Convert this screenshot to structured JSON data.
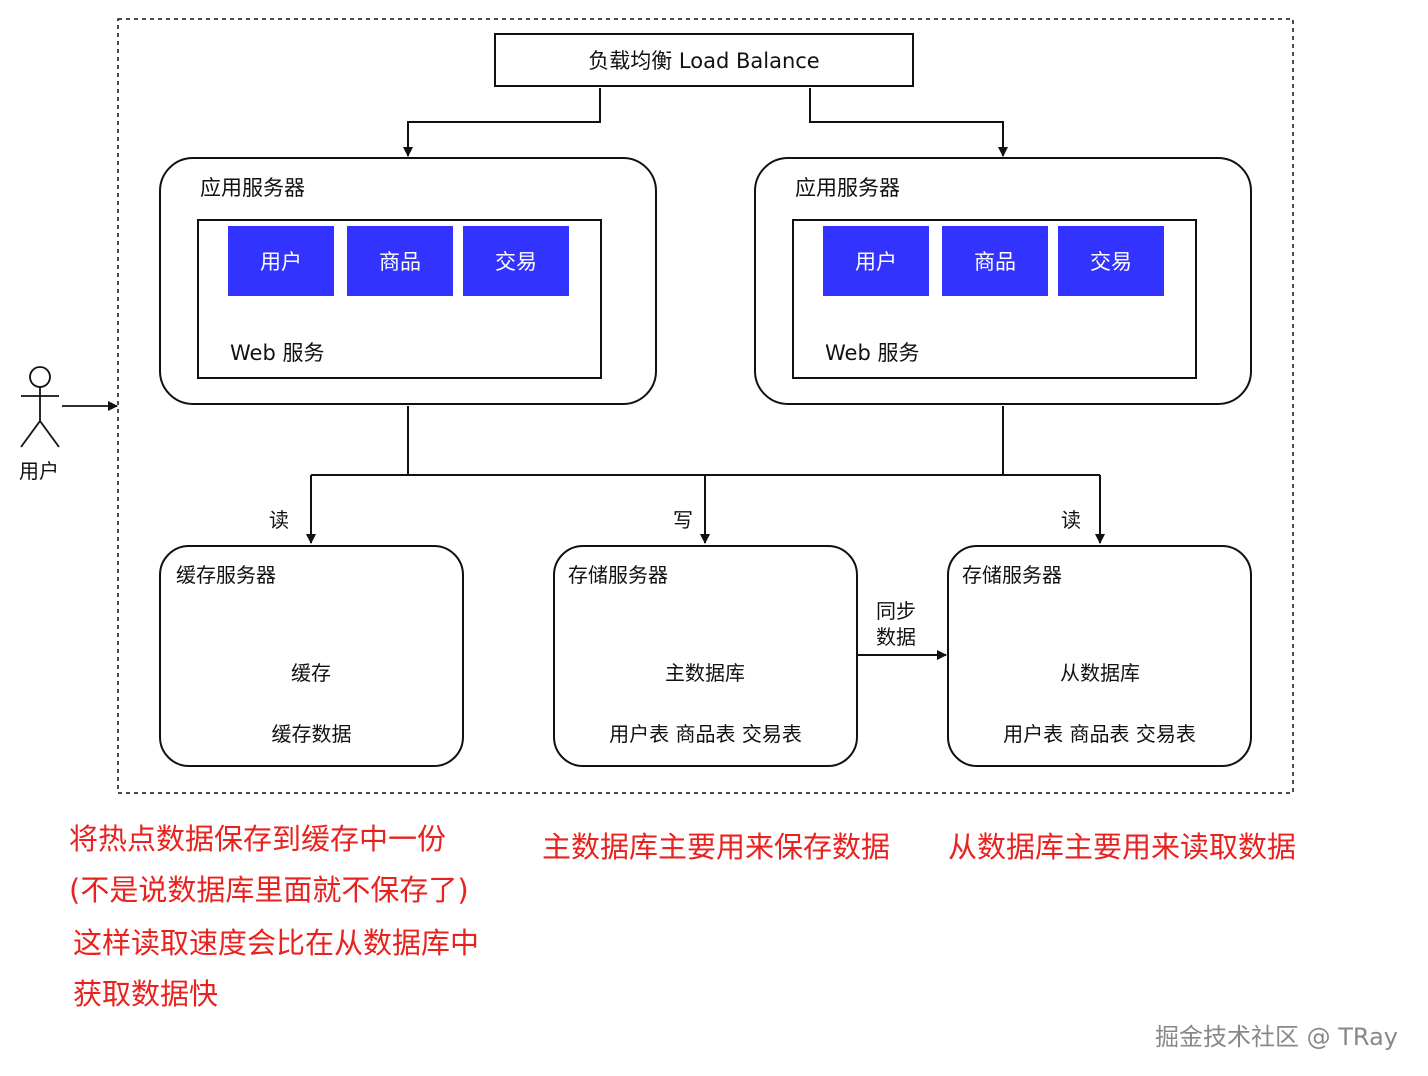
{
  "load_balancer": {
    "label": "负载均衡 Load Balance"
  },
  "app_servers": [
    {
      "title": "应用服务器",
      "modules": [
        "用户",
        "商品",
        "交易"
      ],
      "web_label": "Web 服务"
    },
    {
      "title": "应用服务器",
      "modules": [
        "用户",
        "商品",
        "交易"
      ],
      "web_label": "Web 服务"
    }
  ],
  "user": {
    "label": "用户"
  },
  "edges": {
    "read_left": "读",
    "write": "写",
    "read_right": "读",
    "sync": [
      "同步",
      "数据"
    ]
  },
  "cache_server": {
    "title": "缓存服务器",
    "db_label": "缓存",
    "sub_label": "缓存数据"
  },
  "master_server": {
    "title": "存储服务器",
    "db_label": "主数据库",
    "sub_label": "用户表 商品表 交易表"
  },
  "slave_server": {
    "title": "存储服务器",
    "db_label": "从数据库",
    "sub_label": "用户表 商品表 交易表"
  },
  "notes": {
    "cache": [
      "将热点数据保存到缓存中一份",
      "(不是说数据库里面就不保存了)",
      "这样读取速度会比在从数据库中",
      "获取数据快"
    ],
    "master": "主数据库主要用来保存数据",
    "slave": "从数据库主要用来读取数据"
  },
  "watermark": "掘金技术社区 @ TRay",
  "colors": {
    "module_fill": "#3333ff",
    "note_text": "#e8231f"
  }
}
